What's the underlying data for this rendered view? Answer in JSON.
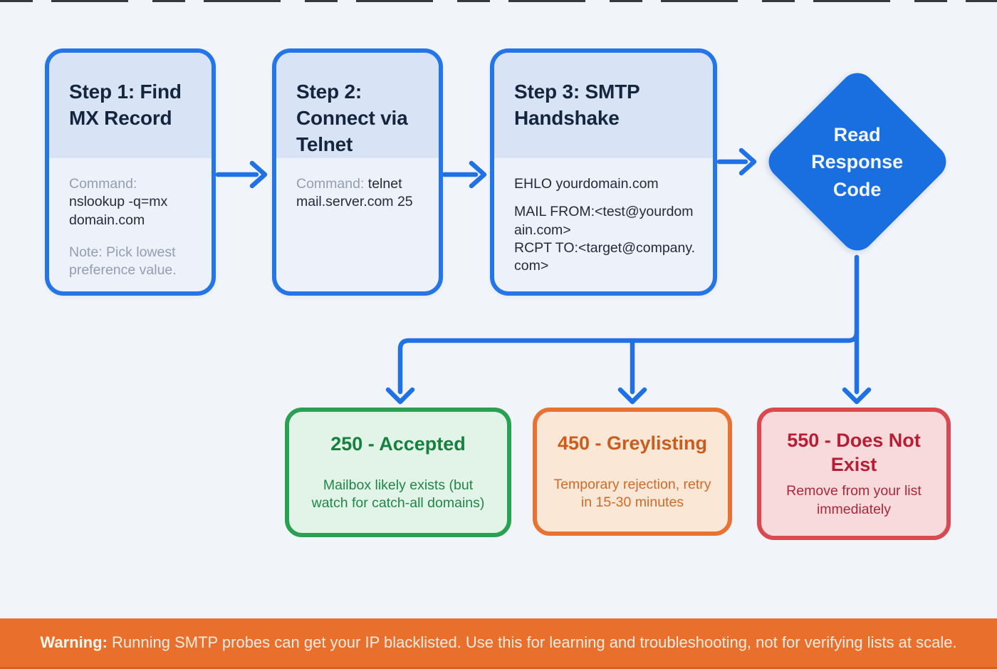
{
  "colors": {
    "flow_blue": "#1f71e5",
    "card_border_blue": "#2375e8",
    "card_head_blue": "#d9e3f6",
    "diamond_blue": "#1a6fe0",
    "success_green": "#2aa052",
    "greylist_orange": "#e87231",
    "error_red": "#d84a4f",
    "banner_orange": "#e8702c",
    "page_background": "#f1f4f9"
  },
  "steps": [
    {
      "title": "Step 1: Find MX Record",
      "command_label": "Command:",
      "command": "nslookup -q=mx domain.com",
      "note": "Note: Pick lowest preference value."
    },
    {
      "title": "Step 2: Connect via Telnet",
      "command_label": "Command:",
      "command": " telnet mail.server.com 25"
    },
    {
      "title": "Step 3: SMTP Handshake",
      "lines": [
        "EHLO yourdomain.com",
        "MAIL FROM:<test@yourdomain.com>",
        "RCPT TO:<target@company.com>"
      ]
    }
  ],
  "decision": {
    "label": "Read Response Code"
  },
  "results": [
    {
      "code": "250 - Accepted",
      "description": "Mailbox likely exists (but watch for catch-all domains)"
    },
    {
      "code": "450 - Greylisting",
      "description": "Temporary rejection, retry in 15-30 minutes"
    },
    {
      "code": "550 - Does Not Exist",
      "description": "Remove from your list immediately"
    }
  ],
  "warning": {
    "label": "Warning:",
    "text": " Running SMTP probes can get your IP blacklisted. Use this for learning and troubleshooting, not for verifying lists at scale."
  }
}
